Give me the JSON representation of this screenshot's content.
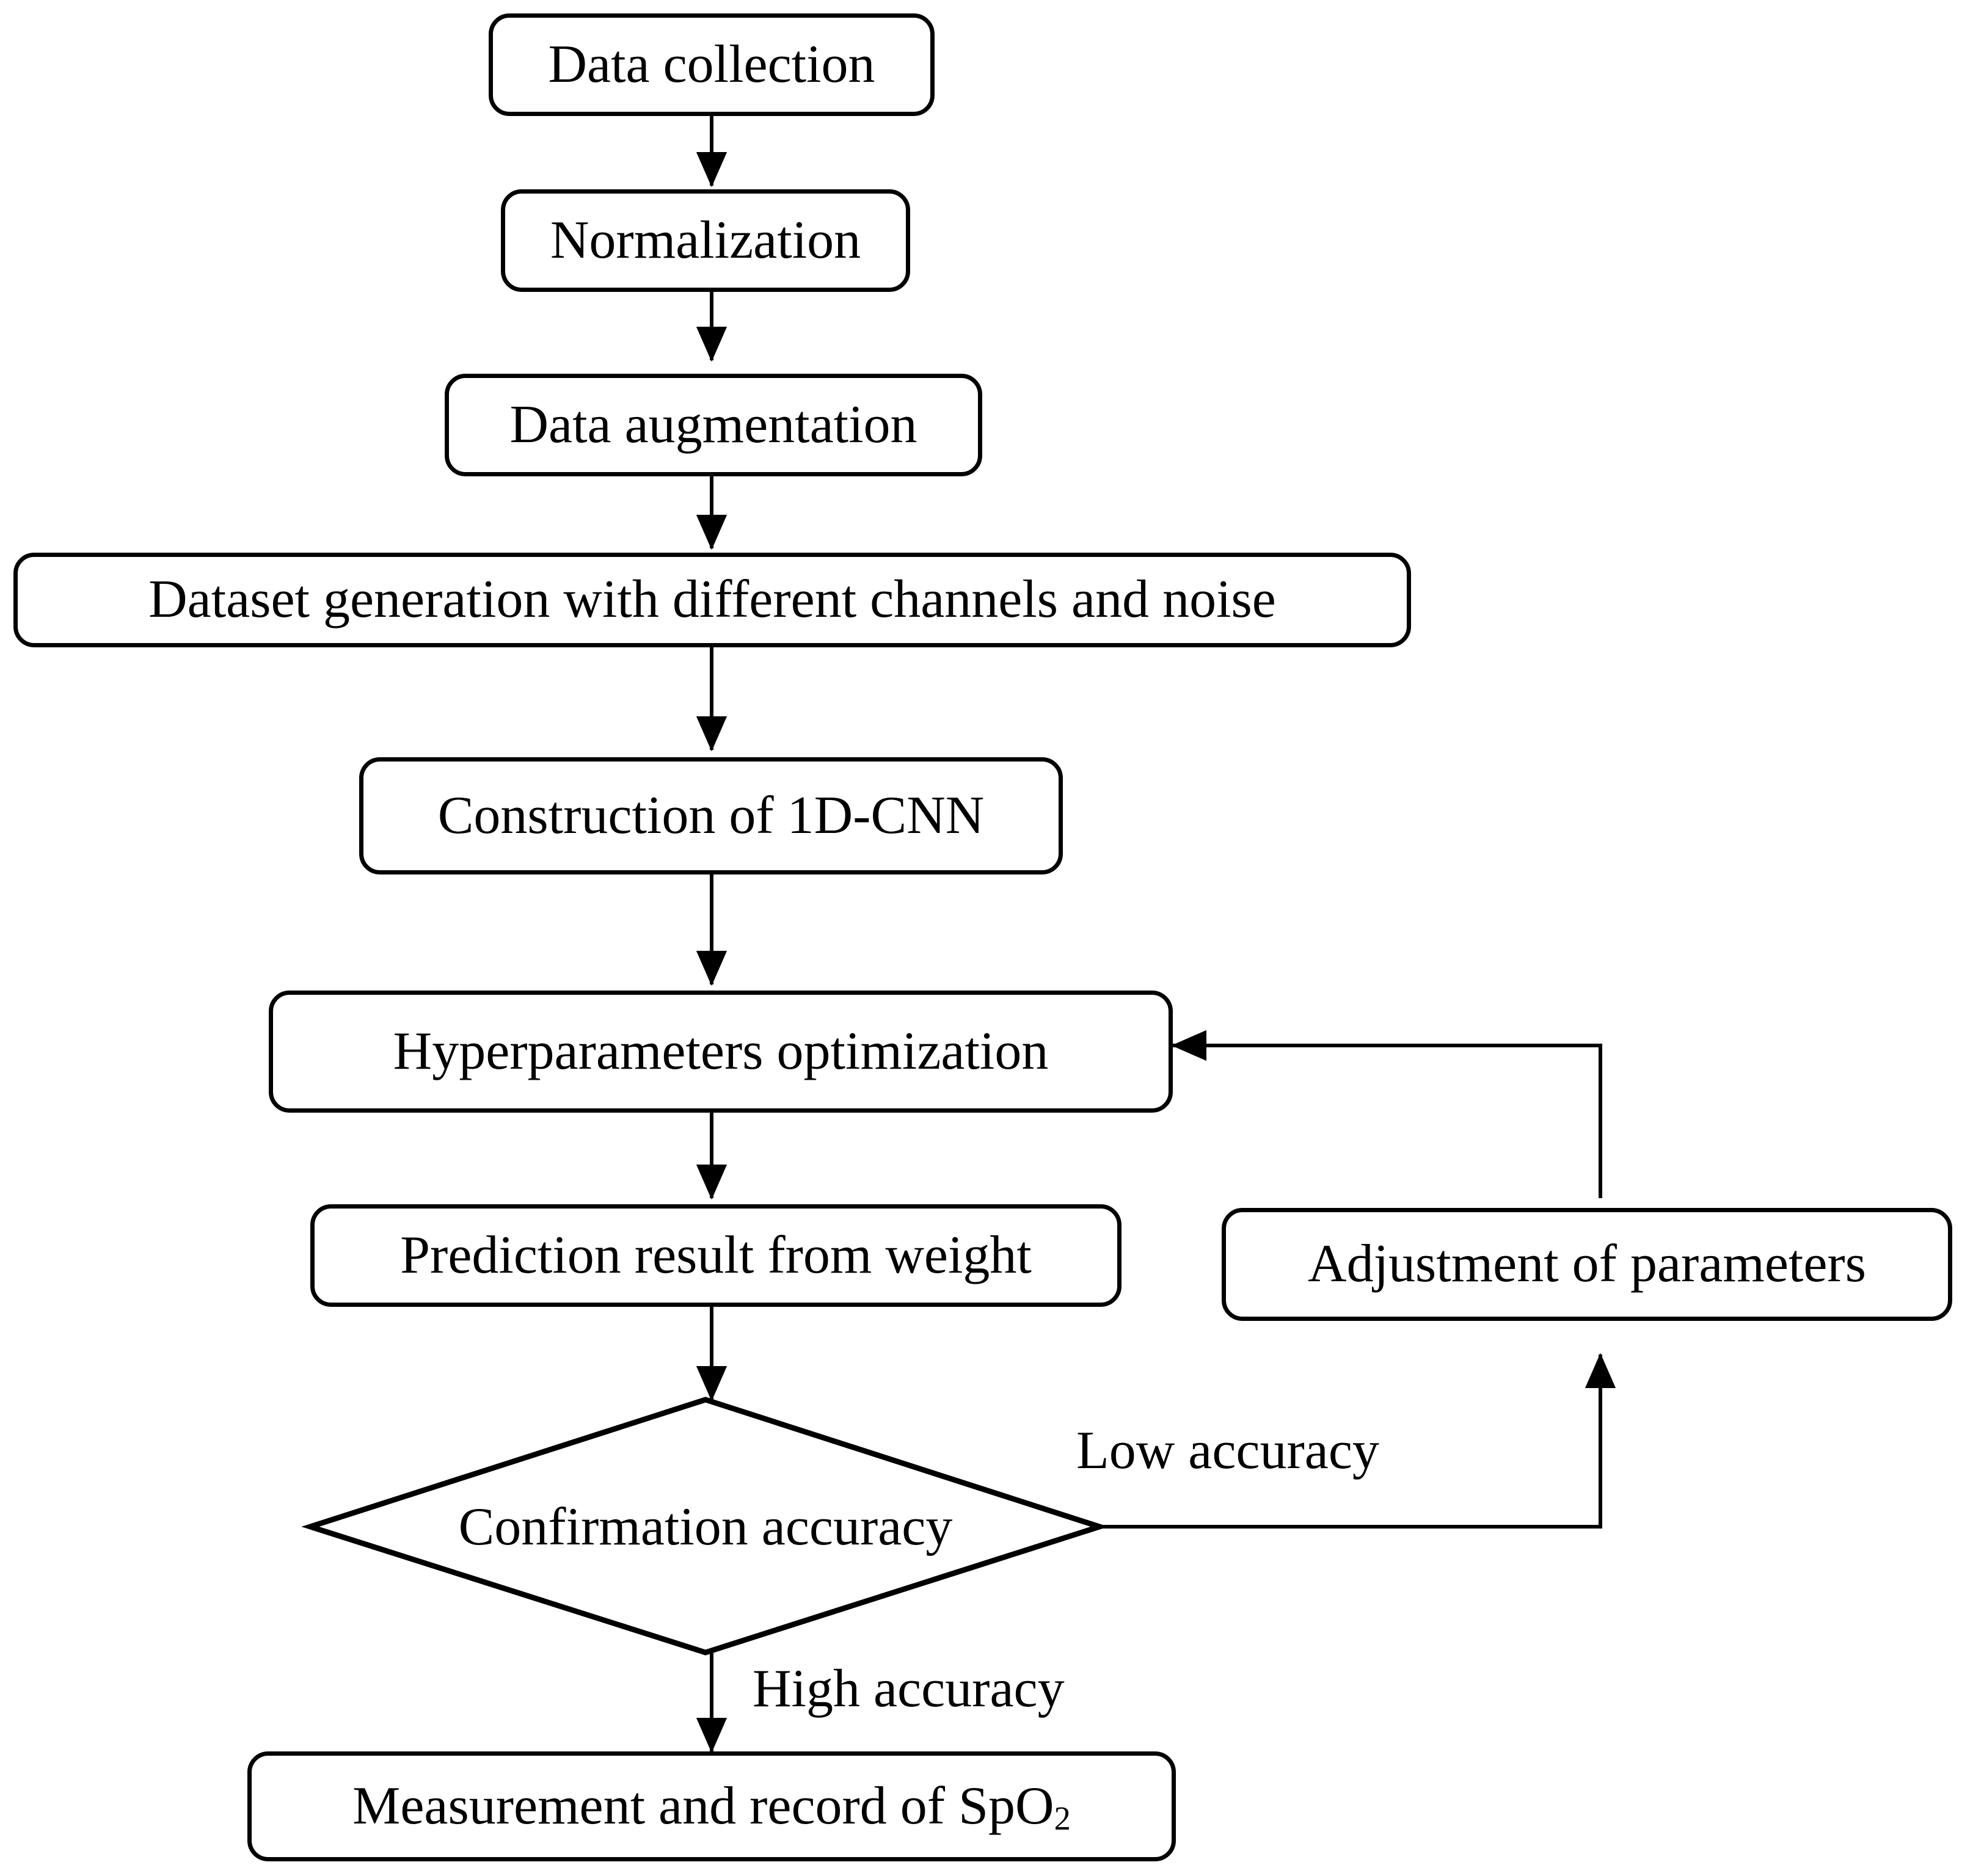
{
  "diagram": {
    "type": "flowchart",
    "orientation": "top-to-bottom",
    "background_color": "#ffffff",
    "stroke_color": "#000000",
    "nodes": [
      {
        "id": "data-collection",
        "shape": "rounded-rect",
        "label": "Data collection"
      },
      {
        "id": "normalization",
        "shape": "rounded-rect",
        "label": "Normalization"
      },
      {
        "id": "data-augmentation",
        "shape": "rounded-rect",
        "label": "Data augmentation"
      },
      {
        "id": "dataset-generation",
        "shape": "rounded-rect",
        "label": "Dataset generation with different channels and noise"
      },
      {
        "id": "construction-1d-cnn",
        "shape": "rounded-rect",
        "label": "Construction of 1D-CNN"
      },
      {
        "id": "hyperparameters",
        "shape": "rounded-rect",
        "label": "Hyperparameters optimization"
      },
      {
        "id": "prediction-result",
        "shape": "rounded-rect",
        "label": "Prediction result from weight"
      },
      {
        "id": "confirmation-accuracy",
        "shape": "diamond",
        "label": "Confirmation accuracy"
      },
      {
        "id": "adjustment-parameters",
        "shape": "rounded-rect",
        "label": "Adjustment of parameters"
      },
      {
        "id": "measurement-record",
        "shape": "rounded-rect",
        "label_prefix": "Measurement and record of SpO",
        "label_subscript": "2"
      }
    ],
    "edge_labels": {
      "low_accuracy": "Low accuracy",
      "high_accuracy": "High accuracy"
    },
    "edges": [
      {
        "from": "data-collection",
        "to": "normalization",
        "label": ""
      },
      {
        "from": "normalization",
        "to": "data-augmentation",
        "label": ""
      },
      {
        "from": "data-augmentation",
        "to": "dataset-generation",
        "label": ""
      },
      {
        "from": "dataset-generation",
        "to": "construction-1d-cnn",
        "label": ""
      },
      {
        "from": "construction-1d-cnn",
        "to": "hyperparameters",
        "label": ""
      },
      {
        "from": "hyperparameters",
        "to": "prediction-result",
        "label": ""
      },
      {
        "from": "prediction-result",
        "to": "confirmation-accuracy",
        "label": ""
      },
      {
        "from": "confirmation-accuracy",
        "to": "adjustment-parameters",
        "label": "Low accuracy"
      },
      {
        "from": "adjustment-parameters",
        "to": "hyperparameters",
        "label": ""
      },
      {
        "from": "confirmation-accuracy",
        "to": "measurement-record",
        "label": "High accuracy"
      }
    ]
  }
}
